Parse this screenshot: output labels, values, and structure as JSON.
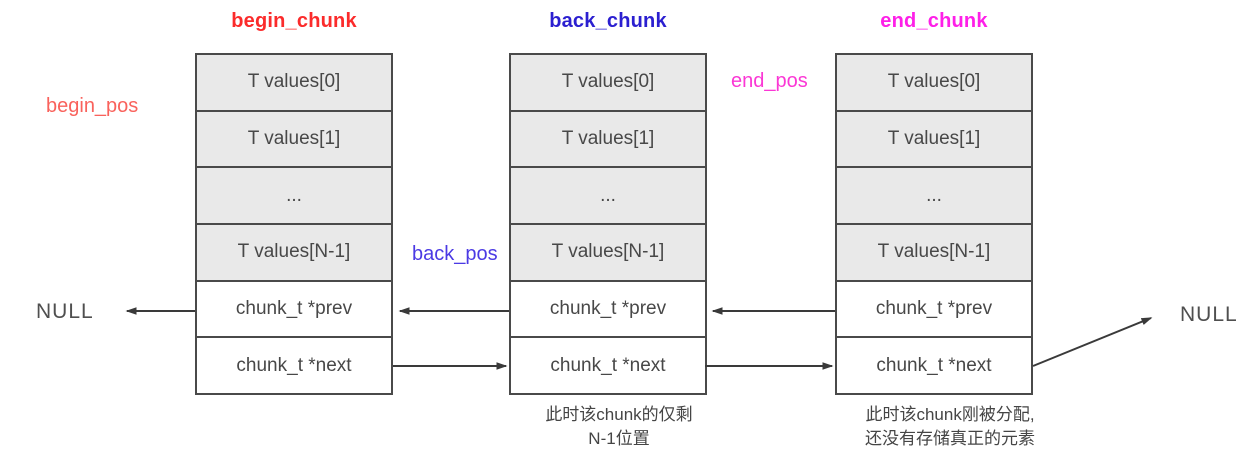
{
  "diagram": {
    "chunks": [
      {
        "title": "begin_chunk",
        "rows": [
          "T values[0]",
          "T values[1]",
          "...",
          "T values[N-1]",
          "chunk_t *prev",
          "chunk_t *next"
        ]
      },
      {
        "title": "back_chunk",
        "rows": [
          "T values[0]",
          "T values[1]",
          "...",
          "T values[N-1]",
          "chunk_t *prev",
          "chunk_t *next"
        ],
        "caption_line1": "此时该chunk的仅剩",
        "caption_line2": "N-1位置"
      },
      {
        "title": "end_chunk",
        "rows": [
          "T values[0]",
          "T values[1]",
          "...",
          "T values[N-1]",
          "chunk_t *prev",
          "chunk_t *next"
        ],
        "caption_line1": "此时该chunk刚被分配,",
        "caption_line2": "还没有存储真正的元素"
      }
    ],
    "pointer_labels": {
      "begin_pos": "begin_pos",
      "back_pos": "back_pos",
      "end_pos": "end_pos"
    },
    "null_left": "NULL",
    "null_right": "NULL",
    "colors": {
      "begin_chunk_title": "#fb2b2b",
      "back_chunk_title": "#2b1fd0",
      "end_chunk_title": "#fe1fe8",
      "begin_pos": "#f9625c",
      "back_pos": "#4b3ae4",
      "end_pos": "#fb37d5",
      "cell_fill_gray": "#e9e9e9",
      "cell_fill_white": "#ffffff",
      "border": "#4a4a4a",
      "arrow": "#3a3a3a",
      "text": "#484848"
    }
  }
}
